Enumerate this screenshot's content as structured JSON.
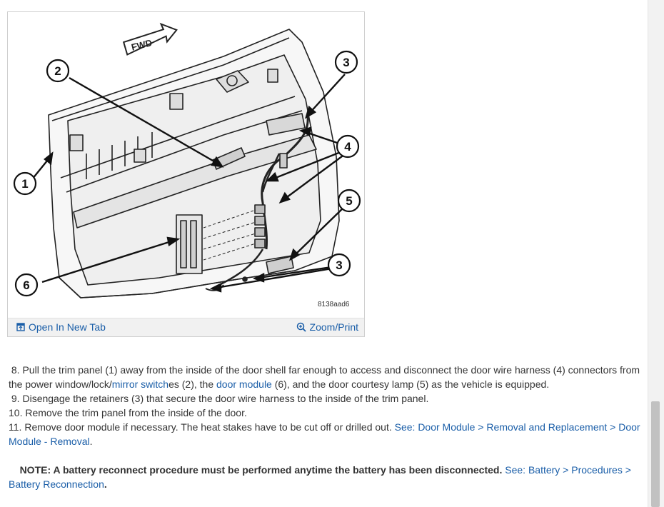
{
  "figure": {
    "fwd_label": "FWD",
    "image_code": "8138aad6",
    "callouts": [
      "1",
      "2",
      "3",
      "3",
      "4",
      "5",
      "6"
    ],
    "open_tab_label": "Open In New Tab",
    "zoom_label": "Zoom/Print"
  },
  "steps": [
    {
      "num": "8.",
      "t1": " Pull the trim panel (1) away from the inside of the door shell far enough to access and disconnect the door wire harness (4) connectors from the power window/lock/",
      "link1": "mirror switch",
      "t2": "es (2), the ",
      "link2": "door module",
      "t3": " (6), and the door courtesy lamp (5) as the vehicle is equipped."
    },
    {
      "num": "9.",
      "text": " Disengage the retainers (3) that secure the door wire harness to the inside of the trim panel."
    },
    {
      "num": "10.",
      "text": " Remove the trim panel from the inside of the door."
    },
    {
      "num": "11.",
      "text": " Remove door module if necessary. The heat stakes have to be cut off or drilled out. ",
      "link": "See: Door Module > Removal and Replacement > Door Module - Removal",
      "end": "."
    }
  ],
  "note": {
    "bold": "NOTE: A battery reconnect procedure must be performed anytime the battery has been disconnected.",
    "link": "See: Battery > Procedures > Battery Reconnection",
    "end": "."
  }
}
